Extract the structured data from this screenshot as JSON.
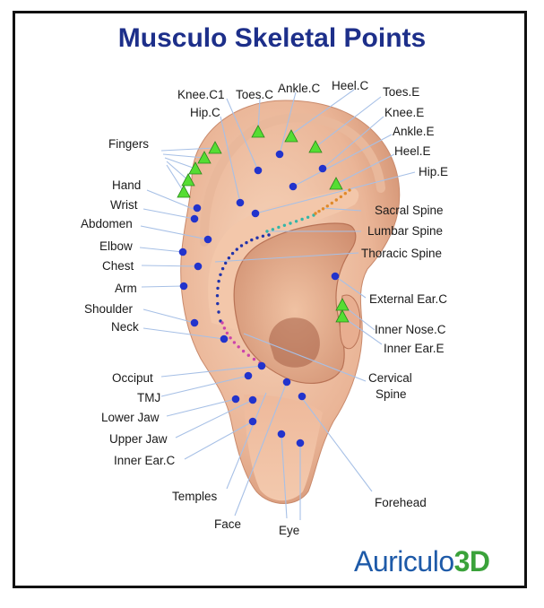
{
  "title": "Musculo Skeletal Points",
  "brand": {
    "name": "Auriculo",
    "suffix": "3D"
  },
  "colors": {
    "title": "#1d2f8a",
    "point_dot": "#2233cc",
    "point_triangle": "#55dd33",
    "skin_light": "#f6d2b8",
    "skin_mid": "#e3a989",
    "skin_dark": "#b9735a",
    "leader_line": "#a7c0e6",
    "spine_thoracic": "#2233aa",
    "spine_lumbar": "#33b6a8",
    "spine_sacral": "#e08a2a",
    "spine_cervical": "#cc44aa"
  },
  "labels": {
    "knee_c1": "Knee.C1",
    "toes_c": "Toes.C",
    "ankle_c": "Ankle.C",
    "heel_c": "Heel.C",
    "toes_e": "Toes.E",
    "hip_c": "Hip.C",
    "knee_e": "Knee.E",
    "ankle_e": "Ankle.E",
    "fingers": "Fingers",
    "heel_e": "Heel.E",
    "hip_e": "Hip.E",
    "hand": "Hand",
    "wrist": "Wrist",
    "sacral_spine": "Sacral Spine",
    "abdomen": "Abdomen",
    "lumbar_spine": "Lumbar Spine",
    "elbow": "Elbow",
    "thoracic_spine": "Thoracic Spine",
    "chest": "Chest",
    "arm": "Arm",
    "external_ear_c": "External Ear.C",
    "shoulder": "Shoulder",
    "inner_nose_c": "Inner Nose.C",
    "neck": "Neck",
    "inner_ear_e": "Inner Ear.E",
    "occiput": "Occiput",
    "cervical": "Cervical",
    "spine": "Spine",
    "tmj": "TMJ",
    "lower_jaw": "Lower Jaw",
    "upper_jaw": "Upper Jaw",
    "inner_ear_c": "Inner Ear.C",
    "temples": "Temples",
    "forehead": "Forehead",
    "face": "Face",
    "eye": "Eye"
  }
}
